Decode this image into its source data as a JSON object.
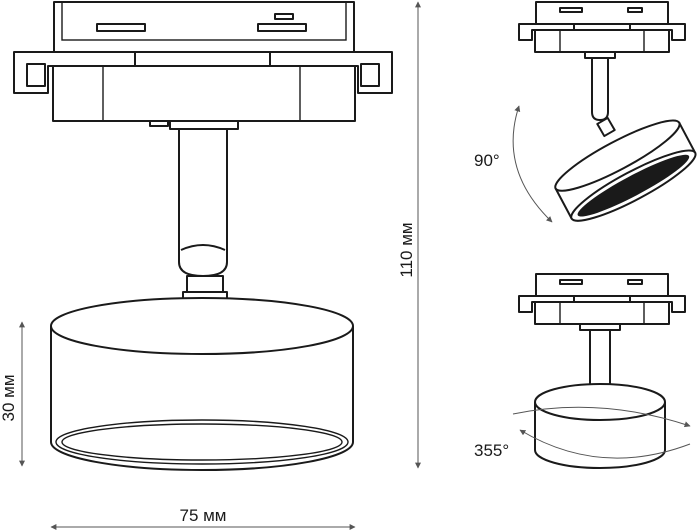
{
  "dimensions": {
    "height_total": "110 мм",
    "body_height": "30 мм",
    "width": "75 мм"
  },
  "angles": {
    "tilt": "90°",
    "rotation": "355°"
  },
  "colors": {
    "line": "#1a1a1a",
    "dimension_line": "#555555",
    "background": "#ffffff"
  }
}
